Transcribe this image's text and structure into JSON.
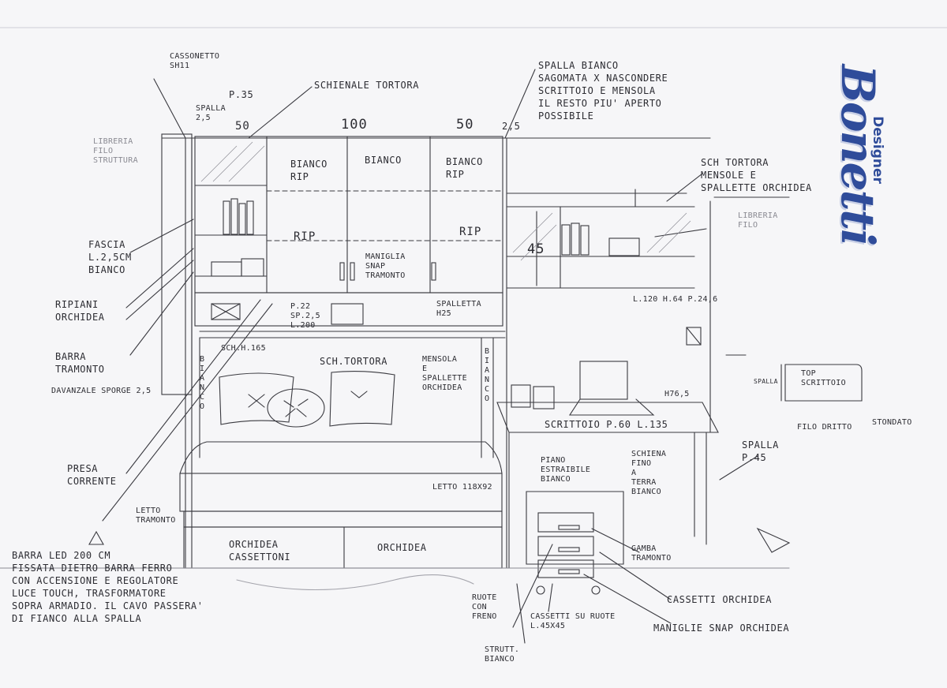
{
  "brand": {
    "name": "Bonetti",
    "sub": "Designer",
    "color": "#2f4c9a"
  },
  "labels": {
    "cassonetto": "CASSONETTO\nSH11",
    "p35": "P.35",
    "spalla_top": "SPALLA\n2,5",
    "schienale_tortora": "SCHIENALE TORTORA",
    "w50_left": "50",
    "w100": "100",
    "w50_right": "50",
    "w25": "2,5",
    "spalla_bianco_note": "SPALLA BIANCO\nSAGOMATA X NASCONDERE\nSCRITTOIO E MENSOLA\nIL RESTO PIU' APERTO\nPOSSIBILE",
    "libreria_filo": "LIBRERIA\nFILO\nSTRUTTURA",
    "bianco_rip_1": "BIANCO\nRIP",
    "bianco_2": "BIANCO",
    "bianco_rip_3": "BIANCO\nRIP",
    "rip_left": "RIP",
    "rip_right": "RIP",
    "maniglia_snap": "MANIGLIA\nSNAP\nTRAMONTO",
    "h45": "45",
    "sch_tortora_mensole": "SCH TORTORA\nMENSOLE E\nSPALLETTE ORCHIDEA",
    "libreria_right": "LIBRERIA\nFILO",
    "c120": "L.120 h.64 P.24,6",
    "fascia": "FASCIA\nL.2,5cm\nBIANCO",
    "ripiani_orchidea": "RIPIANI\nORCHIDEA",
    "barra_tramonto": "BARRA\nTRAMONTO",
    "davanzale": "DAVANZALE SPORGE 2,5",
    "p22": "P.22\nSP.2,5\nL.200",
    "spalletta_h25": "SPALLETTA\nH25",
    "sch_h165": "SCH.h.165",
    "sch_tortora_mid": "SCH.TORTORA",
    "mensola_spallette": "MENSOLA\nE\nSPALLETTE\nORCHIDEA",
    "bianco_v_left": "B\nI\nA\nN\nC\nO",
    "bianco_v_right": "B\nI\nA\nN\nC\nO",
    "h765": "h76,5",
    "top_scrittoio": "TOP\nSCRITTOIO",
    "spalla_small": "SPALLA",
    "filo_dritto": "FILO DRITTO",
    "stondato": "STONDATO",
    "scrittoio": "SCRITTOIO P.60 L.135",
    "presa_corrente": "PRESA\nCORRENTE",
    "letto_size": "LETTO 118X92",
    "piano_estraibile": "PIANO\nESTRAIBILE\nBIANCO",
    "schiena_fino": "SCHIENA\nFINO\nA\nTERRA\nBIANCO",
    "spalla_p45": "SPALLA\nP.45",
    "letto_tramonto": "LETTO\nTRAMONTO",
    "orchidea_cassettoni": "ORCHIDEA\nCASSETTONI",
    "orchidea_right": "ORCHIDEA",
    "gamba_tramonto": "GAMBA\nTRAMONTO",
    "barra_led": "BARRA LED 200 cm\nFISSATA DIETRO BARRA FERRO\nCON ACCENSIONE E REGOLATORE\nLUCE TOUCH, TRASFORMATORE\nSOPRA ARMADIO. IL CAVO PASSERA'\nDI FIANCO ALLA SPALLA",
    "ruote_freno": "RUOTE\nCON\nFRENO",
    "cassetti_orchidea": "CASSETTI ORCHIDEA",
    "cassetti_su_ruote": "CASSETTI SU RUOTE\nL.45X45",
    "maniglie_snap": "MANIGLIE SNAP ORCHIDEA",
    "struttura_bianco": "STRUTT.\nBIANCO"
  }
}
